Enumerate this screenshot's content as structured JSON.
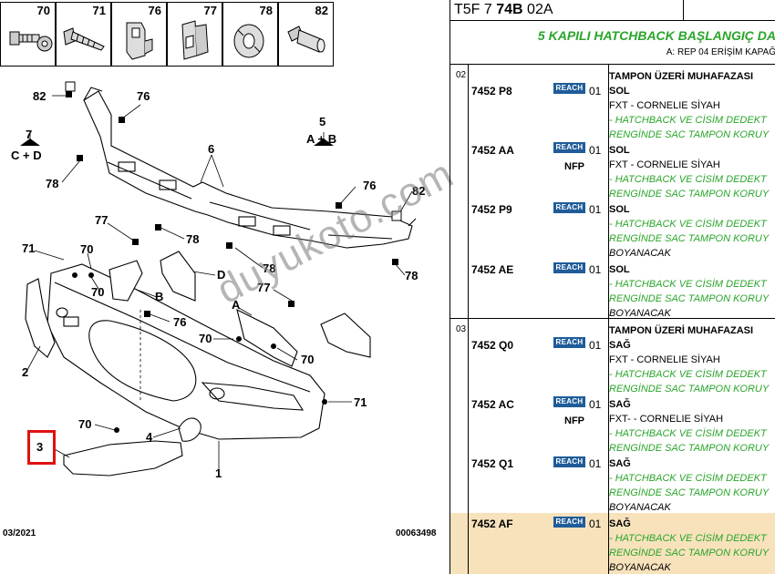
{
  "diagram": {
    "part_boxes": [
      "70",
      "71",
      "76",
      "77",
      "78",
      "82"
    ],
    "callouts": {
      "c82a": "82",
      "c76a": "76",
      "c7": "7",
      "c7sub": "C + D",
      "c5": "5",
      "c5sub": "A + B",
      "c6": "6",
      "c78a": "78",
      "c76b": "76",
      "c82b": "82",
      "c77a": "77",
      "c71a": "71",
      "c70a": "70",
      "c78b": "78",
      "c70b": "70",
      "cB": "B",
      "cD": "D",
      "c78c": "78",
      "c78d": "78",
      "c77b": "77",
      "cA": "A",
      "c76c": "76",
      "c70c": "70",
      "c70d": "70",
      "c2": "2",
      "c71b": "71",
      "c70e": "70",
      "c4": "4",
      "c3": "3",
      "c1": "1"
    },
    "date": "03/2021",
    "ref": "00063498",
    "watermark": "duyukoto.com"
  },
  "table": {
    "code_prefix": "T5F 7 ",
    "code_bold": "74B",
    "code_suffix": " 02A",
    "title": "5 KAPILI HATCHBACK BAŞLANGIÇ DA",
    "note": "A: REP 04 ERİŞİM KAPAĞ",
    "reach_label": "REACH",
    "rows": [
      {
        "sect": "02",
        "pno": "7452 P8",
        "qty": "01",
        "nfp": "",
        "l1": "TAMPON ÜZERİ MUHAFAZASI",
        "l2": "SOL",
        "l3": "FXT - CORNELIE SİYAH",
        "l4": "- HATCHBACK VE CİSİM DEDEKT",
        "l5": "RENGİNDE SAC TAMPON KORUY",
        "l6": ""
      },
      {
        "sect": "",
        "pno": "7452 AA",
        "qty": "01",
        "nfp": "NFP",
        "l1": "SOL",
        "l2": "FXT - CORNELIE SİYAH",
        "l3": "- HATCHBACK VE CİSİM DEDEKT",
        "l4": "RENGİNDE SAC TAMPON KORUY",
        "l5": "",
        "l6": ""
      },
      {
        "sect": "",
        "pno": "7452 P9",
        "qty": "01",
        "nfp": "",
        "l1": "SOL",
        "l2": "- HATCHBACK VE CİSİM DEDEKT",
        "l3": "RENGİNDE SAC TAMPON KORUY",
        "l4": "BOYANACAK",
        "l5": "",
        "l6": ""
      },
      {
        "sect": "",
        "pno": "7452 AE",
        "qty": "01",
        "nfp": "",
        "l1": "SOL",
        "l2": "- HATCHBACK VE CİSİM DEDEKT",
        "l3": "RENGİNDE SAC TAMPON KORUY",
        "l4": "BOYANACAK",
        "l5": "",
        "l6": ""
      },
      {
        "sect": "03",
        "pno": "7452 Q0",
        "qty": "01",
        "nfp": "",
        "l1": "TAMPON ÜZERİ MUHAFAZASI",
        "l2": "SAĞ",
        "l3": "FXT - CORNELIE SİYAH",
        "l4": "- HATCHBACK VE CİSİM DEDEKT",
        "l5": "RENGİNDE SAC TAMPON KORUY",
        "l6": ""
      },
      {
        "sect": "",
        "pno": "7452 AC",
        "qty": "01",
        "nfp": "NFP",
        "l1": "SAĞ",
        "l2": "FXT- - CORNELIE SİYAH",
        "l3": "- HATCHBACK VE CİSİM DEDEKT",
        "l4": "RENGİNDE SAC TAMPON KORUY",
        "l5": "",
        "l6": ""
      },
      {
        "sect": "",
        "pno": "7452 Q1",
        "qty": "01",
        "nfp": "",
        "l1": "SAĞ",
        "l2": "- HATCHBACK VE CİSİM DEDEKT",
        "l3": "RENGİNDE SAC TAMPON KORUY",
        "l4": "BOYANACAK",
        "l5": "",
        "l6": ""
      },
      {
        "sect": "",
        "pno": "7452 AF",
        "qty": "01",
        "nfp": "",
        "l1": "SAĞ",
        "l2": "- HATCHBACK VE CİSİM DEDEKT",
        "l3": "RENGİNDE SAC TAMPON KORUY",
        "l4": "BOYANACAK",
        "l5": "",
        "l6": ""
      }
    ]
  },
  "colors": {
    "reach_badge": "#1f5c99",
    "green_note": "#2aa52a",
    "highlight": "#f7e2bc",
    "marker_red": "#e01010"
  }
}
